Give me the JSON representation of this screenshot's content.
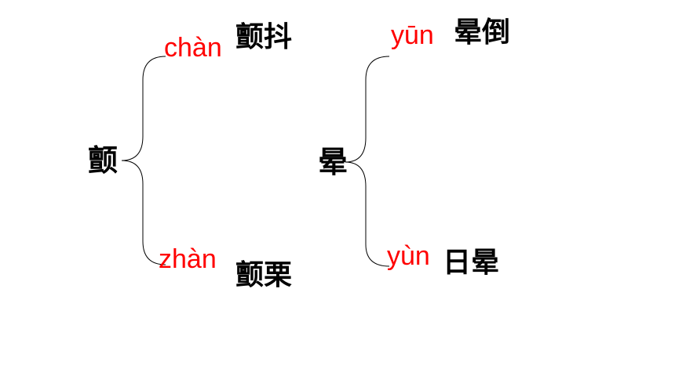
{
  "colors": {
    "pinyin": "#ff0000",
    "text": "#000000",
    "brace": "#000000"
  },
  "groups": [
    {
      "character": "颤",
      "readings": [
        {
          "pinyin": "chàn",
          "word": "颤抖"
        },
        {
          "pinyin": "zhàn",
          "word": "颤栗"
        }
      ]
    },
    {
      "character": "晕",
      "readings": [
        {
          "pinyin": "yūn",
          "word": "晕倒"
        },
        {
          "pinyin": "yùn",
          "word": "日晕"
        }
      ]
    }
  ]
}
